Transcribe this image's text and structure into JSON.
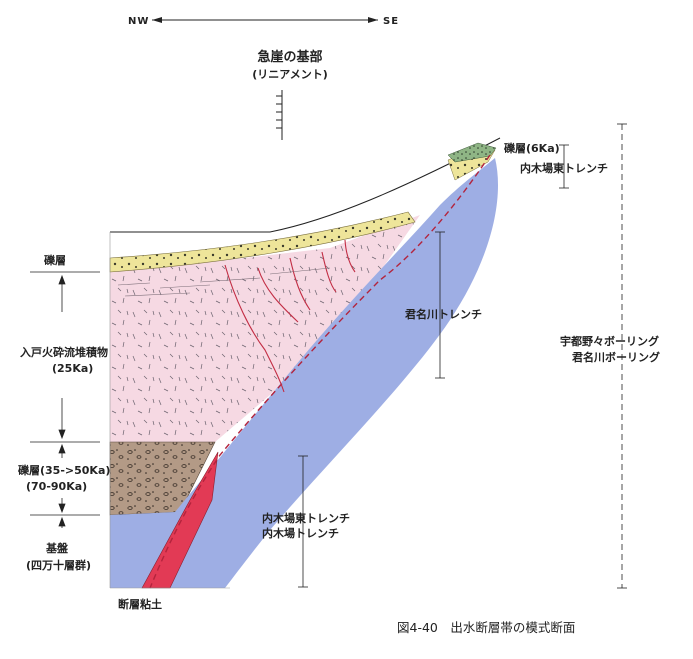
{
  "orientation": {
    "left": "NW",
    "right": "SE"
  },
  "scarp": {
    "title": "急崖の基部",
    "subtitle": "(リニアメント)"
  },
  "layers": {
    "gravel_top": "礫層(6Ka)",
    "gravel": "礫層",
    "pyroclastic": "入戸火砕流堆積物",
    "pyroclastic_age": "(25Ka)",
    "gravel_lower": "礫層(35->50Ka)",
    "gravel_lower_age": "(70-90Ka)",
    "basement": "基盤",
    "basement_group": "(四万十層群)",
    "fault_clay": "断層粘土"
  },
  "trenches": {
    "uchikibaba_east_upper": "内木場東トレンチ",
    "kimigawa": "君名川トレンチ",
    "uchikibaba_east_lower": "内木場東トレンチ",
    "uchikibaba_lower": "内木場トレンチ"
  },
  "boring": {
    "line1": "宇都野々ボーリング",
    "line2": "君名川ボーリング"
  },
  "caption": "図4-40　出水断層帯の模式断面",
  "colors": {
    "pink": "#f6d9e3",
    "blue": "#9eaee4",
    "yellow": "#eee59a",
    "green": "#8fb585",
    "brown": "#b39a86",
    "red": "#e23a55",
    "ink": "#222222"
  }
}
